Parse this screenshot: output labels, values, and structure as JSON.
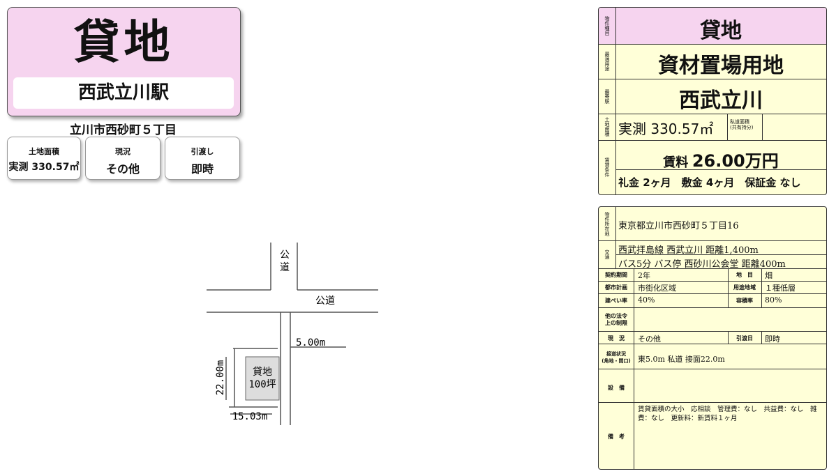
{
  "card": {
    "title": "貸地",
    "station": "西武立川駅"
  },
  "address": "立川市西砂町５丁目",
  "stats": [
    {
      "key": "土地面積",
      "value": "実測 330.57㎡"
    },
    {
      "key": "現況",
      "value": "その他"
    },
    {
      "key": "引渡し",
      "value": "即時"
    }
  ],
  "map": {
    "road_v": "公\n道",
    "road_h": "公道",
    "width": "5.00m",
    "depth": "22.00m",
    "frontage": "15.03m",
    "lot_line1": "貸地",
    "lot_line2": "100坪"
  },
  "summary": {
    "type_label": "物件種目",
    "type": "貸地",
    "use_label": "最適用途",
    "use": "資材置場用地",
    "station_label": "最寄駅",
    "station": "西武立川",
    "area_label": "土地面積",
    "area": "実測 330.57㎡",
    "private_road_label": "私道面積\n(共有持分)",
    "terms_label": "賃貸条件",
    "rent_prefix": "賃料",
    "rent": "26.00万円",
    "deposits": "礼金 2ヶ月　敷金 4ヶ月　保証金 なし"
  },
  "details": {
    "location_label": "物件所在地",
    "location": "東京都立川市西砂町５丁目16",
    "transport_label": "交通",
    "transport1": "西武拝島線 西武立川 距離1,400m",
    "transport2": "バス5分 バス停 西砂川公会堂 距離400m",
    "contract_label": "契約期間",
    "contract": "2年",
    "landcat_label": "地　目",
    "landcat": "畑",
    "plan_label": "都市計画",
    "plan": "市街化区域",
    "zone_label": "用途地域",
    "zone": "１種低層",
    "bcr_label": "建ぺい率",
    "bcr": "40%",
    "far_label": "容積率",
    "far": "80%",
    "law_label": "他の法令\n上の制限",
    "law": "",
    "status_label": "現　況",
    "status": "その他",
    "handover_label": "引渡日",
    "handover": "即時",
    "access_label": "接道状況\n(角地・間口)",
    "access": "東5.0m 私道 接面22.0m",
    "facility_label": "設　備",
    "facility": "",
    "remarks_label": "備　考",
    "remarks": "賃貸面積の大小　応相談　管理費：なし　共益費：なし　雑費：なし　更新料：新賃料１ヶ月"
  }
}
